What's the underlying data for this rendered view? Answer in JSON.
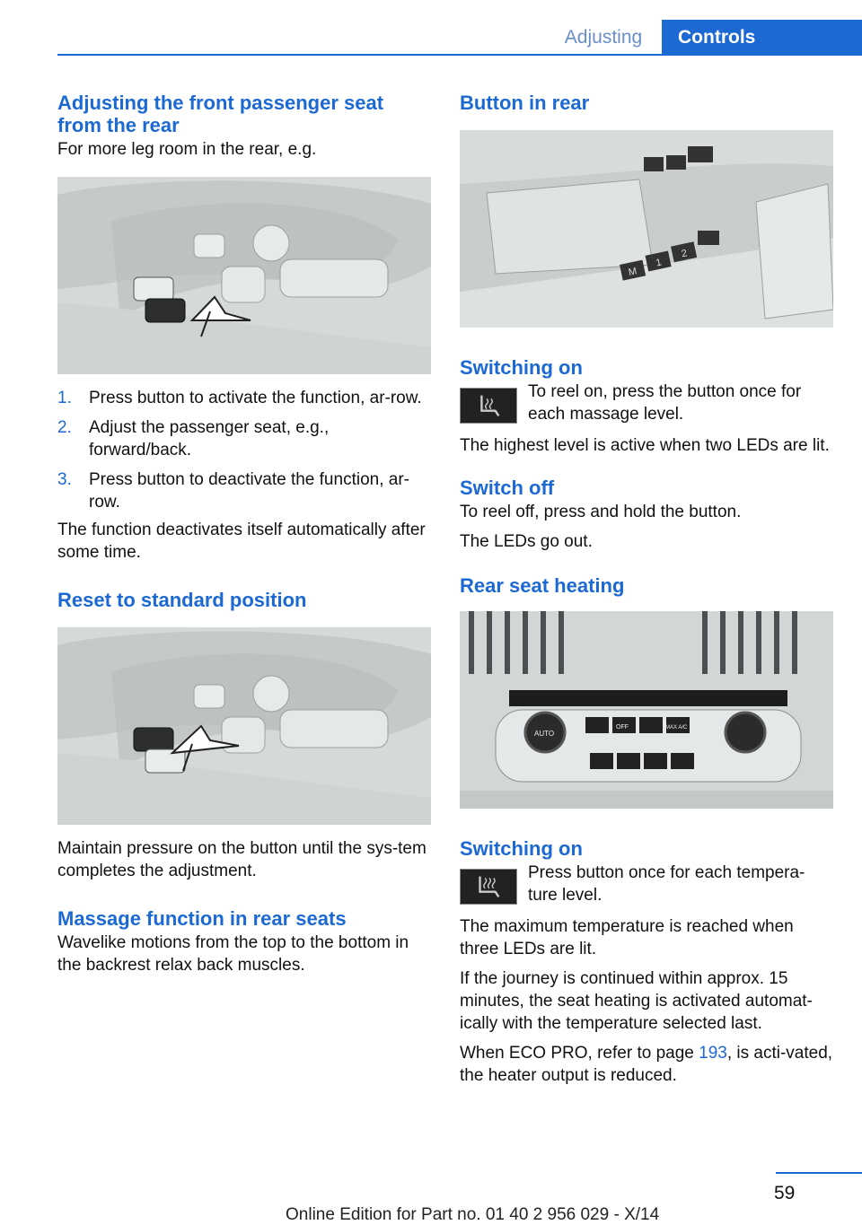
{
  "header": {
    "section": "Adjusting",
    "chapter": "Controls"
  },
  "left": {
    "h1": "Adjusting the front passenger seat from the rear",
    "intro": "For more leg room in the rear, e.g.",
    "steps": [
      {
        "num": "1.",
        "text": "Press button to activate the function, ar‐row."
      },
      {
        "num": "2.",
        "text": "Adjust the passenger seat, e.g., forward/back."
      },
      {
        "num": "3.",
        "text": "Press button to deactivate the function, ar‐row."
      }
    ],
    "auto_note": "The function deactivates itself automatically after some time.",
    "h2": "Reset to standard position",
    "reset_note": "Maintain pressure on the button until the sys‐tem completes the adjustment.",
    "h3": "Massage function in rear seats",
    "massage_note": "Wavelike motions from the top to the bottom in the backrest relax back muscles."
  },
  "right": {
    "h1": "Button in rear",
    "sw_on_1": "Switching on",
    "sw_on_1_text": "To reel on, press the button once for each massage level.",
    "highest": "The highest level is active when two LEDs are lit.",
    "sw_off": "Switch off",
    "sw_off_text": "To reel off, press and hold the button.",
    "leds_out": "The LEDs go out.",
    "h2": "Rear seat heating",
    "sw_on_2": "Switching on",
    "sw_on_2_text": "Press button once for each tempera‐ture level.",
    "max_temp": "The maximum temperature is reached when three LEDs are lit.",
    "journey": "If the journey is continued within approx. 15 minutes, the seat heating is activated automat‐ically with the temperature selected last.",
    "eco_pre": "When ECO PRO, refer to page ",
    "eco_link": "193",
    "eco_post": ", is acti‐vated, the heater output is reduced.",
    "panel_labels": [
      "AUTO",
      "OFF",
      "MAX A/C"
    ],
    "door_labels": [
      "M",
      "1",
      "2"
    ]
  },
  "footer": {
    "page": "59",
    "edition": "Online Edition for Part no. 01 40 2 956 029 - X/14"
  },
  "colors": {
    "accent": "#1c69d4",
    "text": "#111111"
  }
}
